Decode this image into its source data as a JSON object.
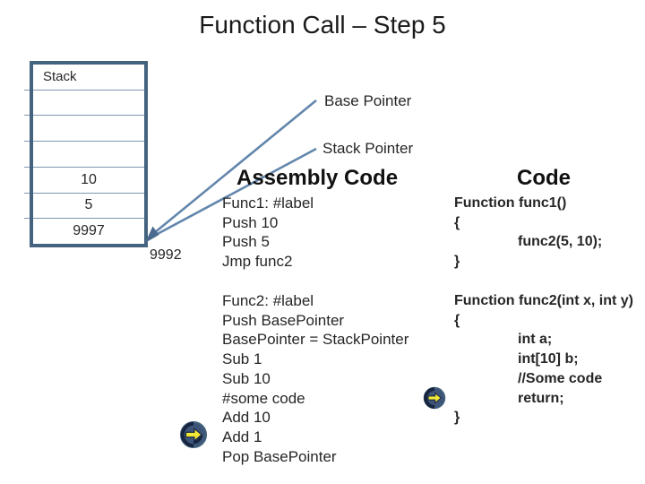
{
  "slide": {
    "title": "Function Call – Step 5"
  },
  "stack": {
    "rows": [
      "Stack",
      "",
      "",
      "",
      "10",
      "5",
      "9997"
    ],
    "bottom_address": "9992"
  },
  "pointers": {
    "base": "Base Pointer",
    "stack": "Stack Pointer"
  },
  "assembly": {
    "heading": "Assembly Code",
    "func1": [
      "Func1: #label",
      "Push 10",
      "Push 5",
      "Jmp func2"
    ],
    "func2": [
      "Func2: #label",
      "Push BasePointer",
      "BasePointer = StackPointer",
      "Sub 1",
      "Sub 10",
      "#some code",
      "Add 10",
      "Add 1",
      "Pop BasePointer"
    ]
  },
  "code": {
    "heading": "Code",
    "func1": [
      {
        "text": "Function func1()",
        "indent": 0
      },
      {
        "text": "{",
        "indent": 0
      },
      {
        "text": "func2(5, 10);",
        "indent": 1
      },
      {
        "text": "}",
        "indent": 0
      }
    ],
    "func2": [
      {
        "text": "Function func2(int x, int y)",
        "indent": 0
      },
      {
        "text": "{",
        "indent": 0
      },
      {
        "text": "int a;",
        "indent": 1
      },
      {
        "text": "int[10] b;",
        "indent": 1
      },
      {
        "text": "//Some code",
        "indent": 1
      },
      {
        "text": "return;",
        "indent": 1
      },
      {
        "text": "}",
        "indent": 0
      }
    ]
  },
  "icons": {
    "left_marker": "arrow-right",
    "right_marker": "arrow-right"
  },
  "colors": {
    "box_border": "#44637E",
    "separator_line": "#8097B1",
    "connector_line": "#6286AC",
    "arrowhead": "#4A6B8F",
    "icon_circle": "#3D5578",
    "icon_arrow_yellow": "#F2E935",
    "text": "#262626"
  }
}
